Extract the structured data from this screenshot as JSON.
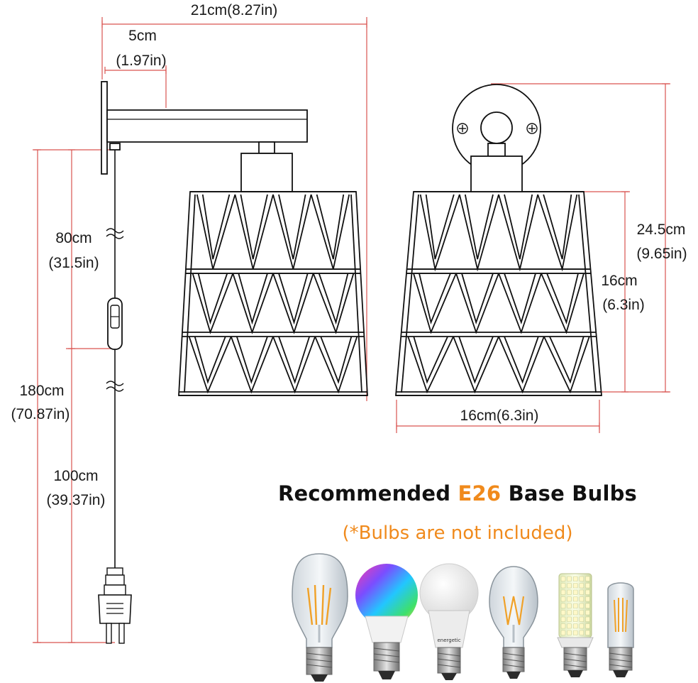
{
  "dimensions": {
    "total_width": "21cm(8.27in)",
    "arm_length_cm": "5cm",
    "arm_length_in": "(1.97in)",
    "cord_top_cm": "80cm",
    "cord_top_in": "(31.5in)",
    "cord_total_cm": "180cm",
    "cord_total_in": "(70.87in)",
    "cord_bottom_cm": "100cm",
    "cord_bottom_in": "(39.37in)",
    "total_height_cm": "24.5cm",
    "total_height_in": "(9.65in)",
    "shade_height_cm": "16cm",
    "shade_height_in": "(6.3in)",
    "shade_width": "16cm(6.3in)"
  },
  "recommendation": {
    "prefix": "Recommended ",
    "base": "E26",
    "suffix": " Base Bulbs",
    "note": "(*Bulbs are not included)"
  },
  "bulb_brand": "energetic",
  "colors": {
    "dimension_line": "#d9534f",
    "accent": "#f08a1c",
    "line_art": "#111111"
  }
}
